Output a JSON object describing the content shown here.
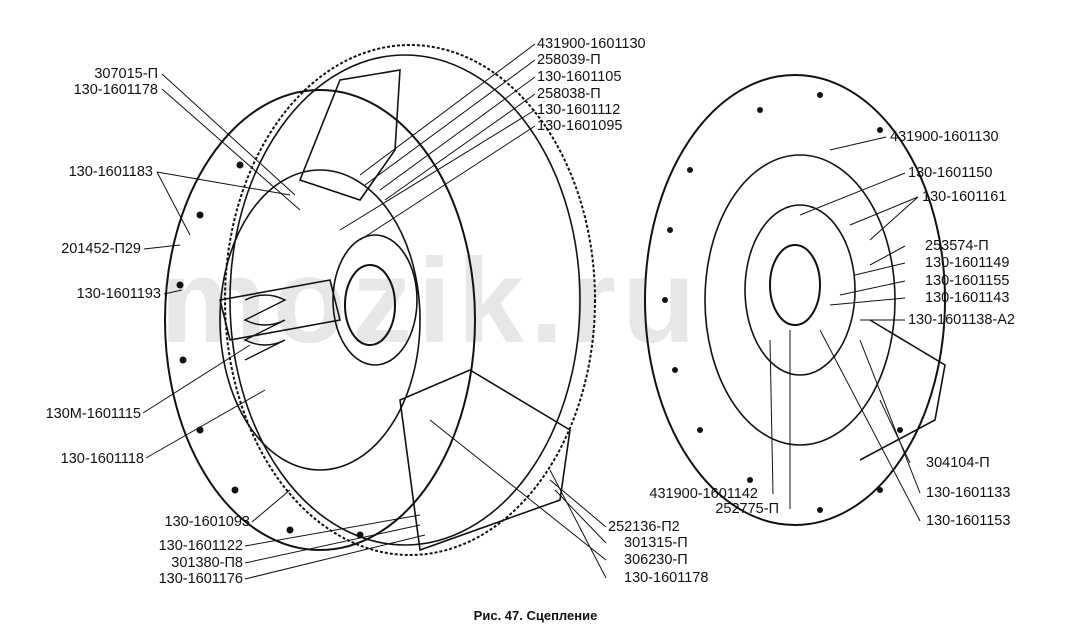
{
  "caption": "Рис. 47. Сцепление",
  "watermark": "mozik.ru",
  "labels_left": [
    "307015-П",
    "130-1601178",
    "130-1601183",
    "201452-П29",
    "130-1601193",
    "130М-1601115",
    "130-1601118",
    "130-1601093",
    "130-1601122",
    "301380-П8",
    "130-1601176"
  ],
  "labels_top": [
    "431900-1601130",
    "258039-П",
    "130-1601105",
    "258038-П",
    "130-1601112",
    "130-1601095"
  ],
  "labels_right": [
    "431900-1601130",
    "130-1601150",
    "130-1601161",
    "253574-П",
    "130-1601149",
    "130-1601155",
    "130-1601143",
    "130-1601138-А2",
    "304104-П",
    "130-1601133",
    "130-1601153"
  ],
  "labels_bottom": [
    "431900-1601142",
    "252775-П",
    "252136-П2",
    "301315-П",
    "306230-П",
    "130-1601178"
  ]
}
